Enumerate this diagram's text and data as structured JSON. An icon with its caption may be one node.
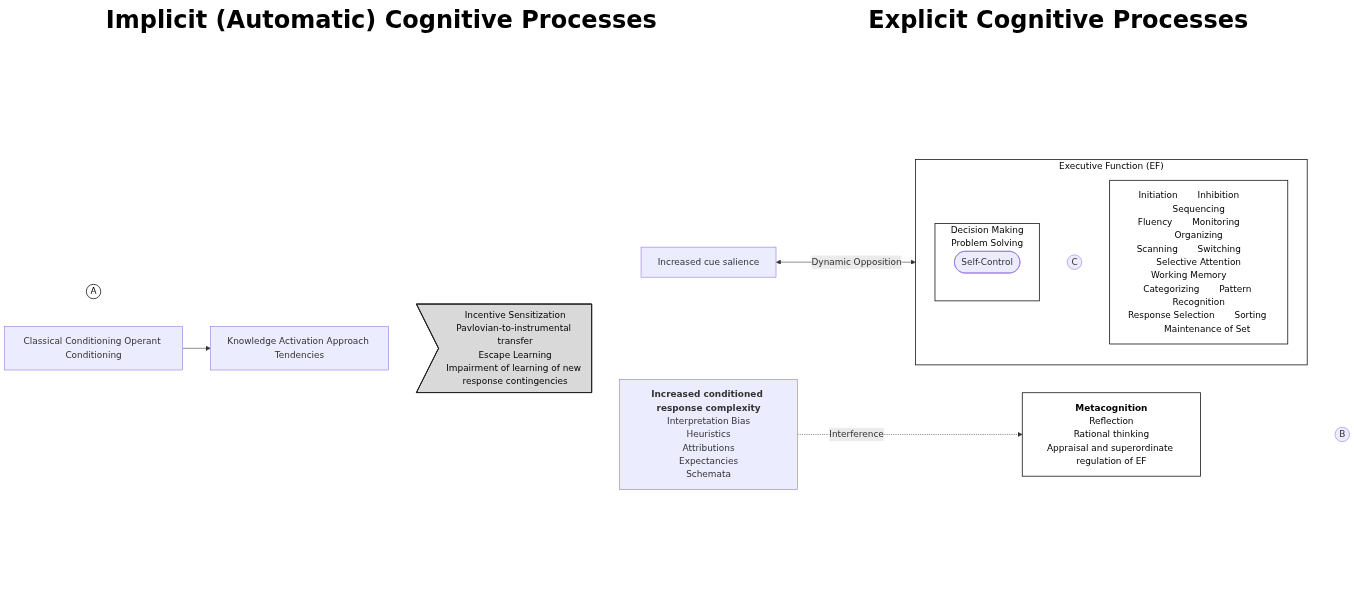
{
  "diagram": {
    "nodes": [
      {
        "text": [
          "A"
        ]
      },
      {
        "text": [
          "Classical Conditioning Operant Conditioning"
        ]
      },
      {
        "text": [
          "Knowledge Activation Approach Tendencies"
        ]
      },
      {
        "text": [
          "Incentive Sensitization",
          "Pavlovian-to-instrumental transfer",
          "Escape Learning",
          "Impairment of learning of new response contingencies"
        ]
      },
      {
        "text": [
          "Increased conditioned response complexity",
          "Interpretation Bias",
          "Heuristics",
          "Attributions",
          "Expectancies",
          "Schemata"
        ]
      },
      {
        "text": [
          "Increased cue salience"
        ]
      },
      {
        "text": [
          "Metacognition",
          "Reflection",
          "Rational thinking",
          "Appraisal and superordinate regulation of EF"
        ]
      },
      {
        "text": [
          "B"
        ]
      },
      {
        "text": [
          "Executive Function (EF)"
        ]
      },
      {
        "text": [
          "C"
        ],
        "in": 8
      },
      {
        "text": [
          "Decision Making",
          "Problem Solving"
        ],
        "in": 8
      },
      {
        "text": [
          "Self-Control"
        ],
        "in": 10
      },
      {
        "text": [
          "Initiation",
          "Fluency",
          "Scanning",
          "Working Memory",
          "Response Selection",
          "Inhibition",
          "Monitoring",
          "Switching",
          "Categorizing",
          "Sorting",
          "Sequencing",
          "Organizing",
          "Selective Attention",
          "Pattern Recognition",
          "Maintenance of Set"
        ],
        "in": 8
      }
    ],
    "edges": [
      {
        "from": 1,
        "to": 2,
        "arrow": "to"
      },
      {
        "from": 4,
        "to": 6,
        "arrow": "to",
        "label": "Interference",
        "style": "dashed"
      },
      {
        "from": 5,
        "to": 8,
        "arrow": "both",
        "label": "Dynamic Opposition"
      }
    ],
    "labels": [
      "Implicit (Automatic) Cognitive Processes",
      "Explicit Cognitive Processes"
    ]
  }
}
